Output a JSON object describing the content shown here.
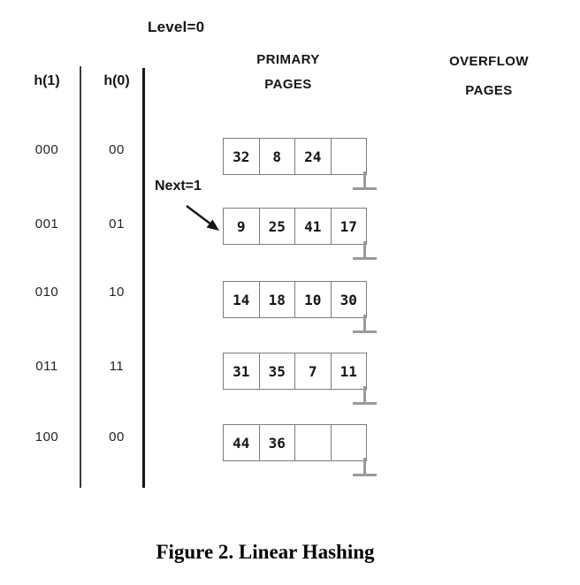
{
  "page": {
    "level_label": "Level=0",
    "next_pointer_label": "Next=1",
    "caption": "Figure 2. Linear Hashing"
  },
  "columns": {
    "h1_header": "h(1)",
    "h0_header": "h(0)"
  },
  "section_headers": {
    "primary_line1": "PRIMARY",
    "primary_line2": "PAGES",
    "overflow_line1": "OVERFLOW",
    "overflow_line2": "PAGES"
  },
  "rows": [
    {
      "h1": "000",
      "h0": "00",
      "bucket": [
        "32",
        "8",
        "24",
        ""
      ]
    },
    {
      "h1": "001",
      "h0": "01",
      "bucket": [
        "9",
        "25",
        "41",
        "17"
      ]
    },
    {
      "h1": "010",
      "h0": "10",
      "bucket": [
        "14",
        "18",
        "10",
        "30"
      ]
    },
    {
      "h1": "011",
      "h0": "11",
      "bucket": [
        "31",
        "35",
        "7",
        "11"
      ]
    },
    {
      "h1": "100",
      "h0": "00",
      "bucket": [
        "44",
        "36",
        "",
        ""
      ]
    }
  ],
  "icons": {
    "next_arrow": "diagonal-arrow-pointing-to-bucket-1",
    "ground_symbol": "null-overflow-pointer-ground"
  },
  "colors": {
    "background": "#ffffff",
    "text": "#151515",
    "bucket_border": "#7d7d7d",
    "ground_symbol": "#9a9a9a",
    "divider_thin": "#3a3a3a",
    "divider_thick": "#161616"
  }
}
